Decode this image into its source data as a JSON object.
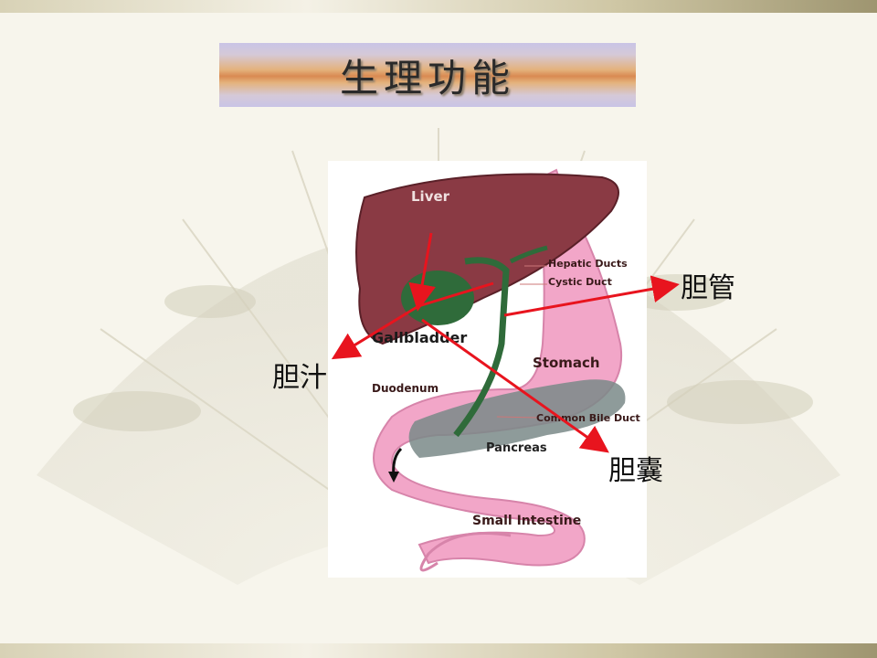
{
  "title": "生理功能",
  "organs": {
    "liver": "Liver",
    "hepatic_ducts": "Hepatic Ducts",
    "cystic_duct": "Cystic Duct",
    "gallbladder": "Gallbladder",
    "stomach": "Stomach",
    "duodenum": "Duodenum",
    "common_bile_duct": "Common Bile Duct",
    "pancreas": "Pancreas",
    "small_intestine": "Small Intestine"
  },
  "annotations": {
    "bile_duct": "胆管",
    "bile": "胆汁",
    "gallbladder": "胆囊"
  },
  "colors": {
    "arrow": "#e8141e",
    "liver": "#8a3a44",
    "gallbladder": "#2f6b3a",
    "stomach": "#f2a6c8",
    "pancreas": "#7a8a88"
  }
}
